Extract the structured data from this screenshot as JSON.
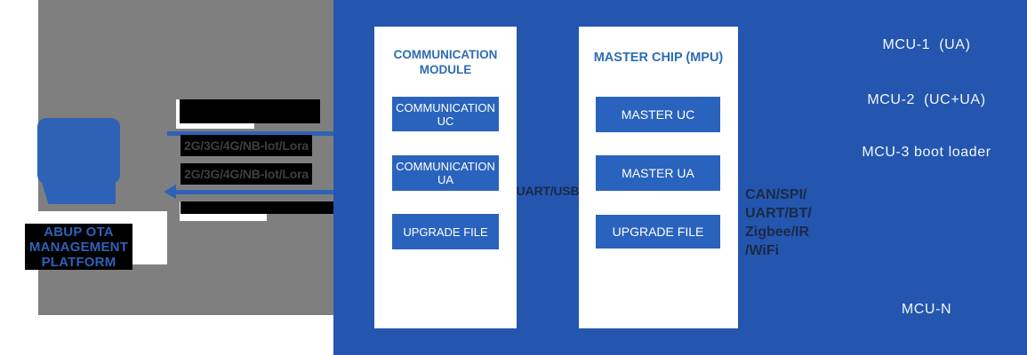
{
  "diagram": {
    "platform": {
      "label_lines": [
        "ABUP OTA",
        "MANAGEMENT",
        "PLATFORM"
      ]
    },
    "links": {
      "down_label": "2G/3G/4G/NB-Iot/Lora",
      "up_label": "2G/3G/4G/NB-Iot/Lora"
    },
    "comm_module": {
      "title": "COMMUNICATION MODULE",
      "blocks": [
        "COMMUNICATION UC",
        "COMMUNICATION UA",
        "UPGRADE FILE"
      ]
    },
    "bus_label": "UART/USB",
    "master_chip": {
      "title": "MASTER CHIP (MPU)",
      "blocks": [
        "MASTER UC",
        "MASTER UA",
        "UPGRADE FILE"
      ]
    },
    "peripheral_lines": [
      "CAN/SPI/",
      "UART/BT/",
      "Zigbee/IR",
      "/WiFi"
    ],
    "mcus": [
      "MCU-1  (UA)",
      "MCU-2  (UC+UA)",
      "MCU-3 boot loader",
      "MCU-N"
    ]
  },
  "colors": {
    "panel_blue": "#2456af",
    "button_blue": "#2a63bd",
    "accent_blue": "#2e62b6",
    "title_blue": "#2e6cb4",
    "gray_background": "#7f7f7f",
    "dark_bus_text": "#1c2945",
    "redacted_label_text": "#3f3f3f",
    "black": "#000000",
    "white": "#ffffff"
  }
}
